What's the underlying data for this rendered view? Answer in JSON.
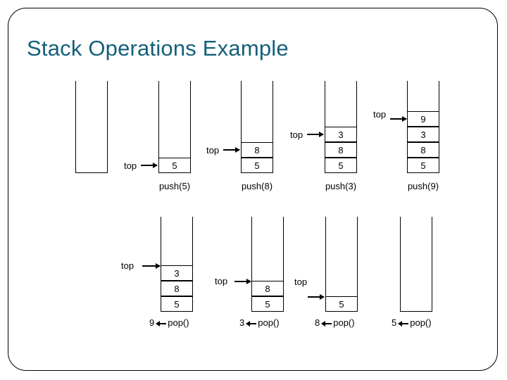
{
  "slide": {
    "title": "Stack Operations Example",
    "title_color": "#15607A",
    "background_color": "#FFFFFF",
    "border_color": "#000000"
  },
  "labels": {
    "top_pointer": "top",
    "pop_call": "pop()"
  },
  "figures": [
    {
      "id": "stack-empty-initial",
      "row": "push",
      "caption": "",
      "cells": [],
      "pointer": null,
      "popped_value": null
    },
    {
      "id": "stack-push-5",
      "row": "push",
      "caption": "push(5)",
      "cells": [
        "5"
      ],
      "pointer": "top",
      "popped_value": null
    },
    {
      "id": "stack-push-8",
      "row": "push",
      "caption": "push(8)",
      "cells": [
        "8",
        "5"
      ],
      "pointer": "top",
      "popped_value": null
    },
    {
      "id": "stack-push-3",
      "row": "push",
      "caption": "push(3)",
      "cells": [
        "3",
        "8",
        "5"
      ],
      "pointer": "top",
      "popped_value": null
    },
    {
      "id": "stack-push-9",
      "row": "push",
      "caption": "push(9)",
      "cells": [
        "9",
        "3",
        "8",
        "5"
      ],
      "pointer": "top",
      "popped_value": null
    },
    {
      "id": "stack-pop-9",
      "row": "pop",
      "caption": "9 ← pop()",
      "cells": [
        "3",
        "8",
        "5"
      ],
      "pointer": "top",
      "popped_value": "9"
    },
    {
      "id": "stack-pop-3",
      "row": "pop",
      "caption": "3 ← pop()",
      "cells": [
        "8",
        "5"
      ],
      "pointer": "top",
      "popped_value": "3"
    },
    {
      "id": "stack-pop-8",
      "row": "pop",
      "caption": "8 ← pop()",
      "cells": [
        "5"
      ],
      "pointer": "top",
      "popped_value": "8"
    },
    {
      "id": "stack-pop-5",
      "row": "pop",
      "caption": "5 ← pop()",
      "cells": [],
      "pointer": null,
      "popped_value": "5"
    }
  ],
  "push_row": {
    "f0": {
      "caption": ""
    },
    "f1": {
      "caption": "push(5)",
      "top": "top",
      "c0": "5"
    },
    "f2": {
      "caption": "push(8)",
      "top": "top",
      "c0": "8",
      "c1": "5"
    },
    "f3": {
      "caption": "push(3)",
      "top": "top",
      "c0": "3",
      "c1": "8",
      "c2": "5"
    },
    "f4": {
      "caption": "push(9)",
      "top": "top",
      "c0": "9",
      "c1": "3",
      "c2": "8",
      "c3": "5"
    }
  },
  "pop_row": {
    "f0": {
      "value": "9",
      "call": "pop()",
      "top": "top",
      "c0": "3",
      "c1": "8",
      "c2": "5"
    },
    "f1": {
      "value": "3",
      "call": "pop()",
      "top": "top",
      "c0": "8",
      "c1": "5"
    },
    "f2": {
      "value": "8",
      "call": "pop()",
      "top": "top",
      "c0": "5"
    },
    "f3": {
      "value": "5",
      "call": "pop()"
    }
  }
}
